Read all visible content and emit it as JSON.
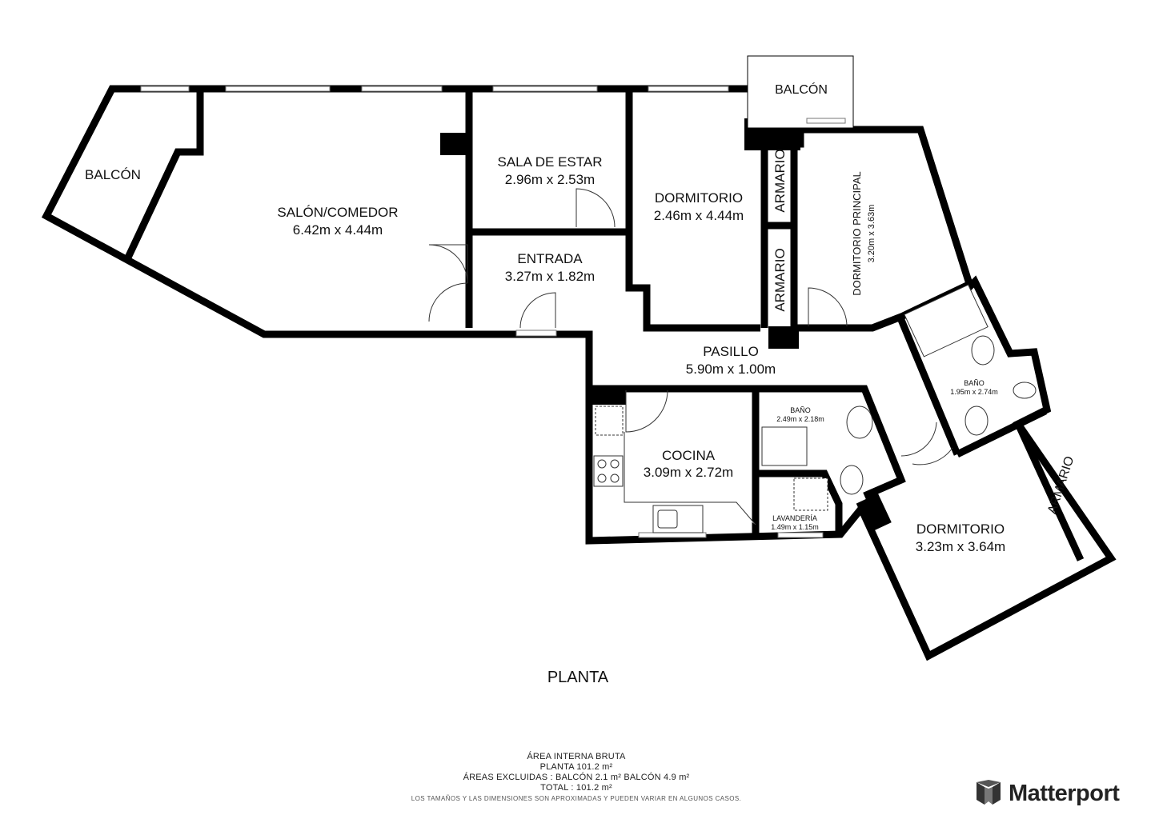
{
  "rooms": {
    "balcon_left": {
      "name": "BALCÓN"
    },
    "balcon_top": {
      "name": "BALCÓN"
    },
    "salon": {
      "name": "SALÓN/COMEDOR",
      "dims": "6.42m x 4.44m"
    },
    "sala_estar": {
      "name": "SALA DE ESTAR",
      "dims": "2.96m x 2.53m"
    },
    "entrada": {
      "name": "ENTRADA",
      "dims": "3.27m x 1.82m"
    },
    "dormitorio_1": {
      "name": "DORMITORIO",
      "dims": "2.46m x 4.44m"
    },
    "armario_1": {
      "name": "ARMARIO"
    },
    "armario_2": {
      "name": "ARMARIO"
    },
    "dormitorio_principal": {
      "name": "DORMITORIO PRINCIPAL",
      "dims": "3.20m x 3.63m"
    },
    "pasillo": {
      "name": "PASILLO",
      "dims": "5.90m x 1.00m"
    },
    "cocina": {
      "name": "COCINA",
      "dims": "3.09m x 2.72m"
    },
    "bano_1": {
      "name": "BAÑO",
      "dims": "2.49m x 2.18m"
    },
    "lavanderia": {
      "name": "LAVANDERÍA",
      "dims": "1.49m x 1.15m"
    },
    "bano_2": {
      "name": "BAÑO",
      "dims": "1.95m x 2.74m"
    },
    "dormitorio_2": {
      "name": "DORMITORIO",
      "dims": "3.23m x 3.64m"
    },
    "armario_3": {
      "name": "ARMARIO"
    }
  },
  "plan_title": "PLANTA",
  "area_summary": {
    "heading": "ÁREA INTERNA BRUTA",
    "planta": "PLANTA 101.2 m²",
    "excluded": "ÁREAS EXCLUIDAS :  BALCÓN 2.1 m²   BALCÓN 4.9 m²",
    "total": "TOTAL :  101.2 m²",
    "disclaimer": "LOS TAMAÑOS Y LAS DIMENSIONES SON APROXIMADAS Y PUEDEN VARIAR EN ALGUNOS CASOS."
  },
  "brand": {
    "name": "Matterport",
    "logo_icon": "matterport-logo-icon"
  },
  "colors": {
    "wall": "#000000",
    "background": "#ffffff",
    "text": "#111111"
  }
}
